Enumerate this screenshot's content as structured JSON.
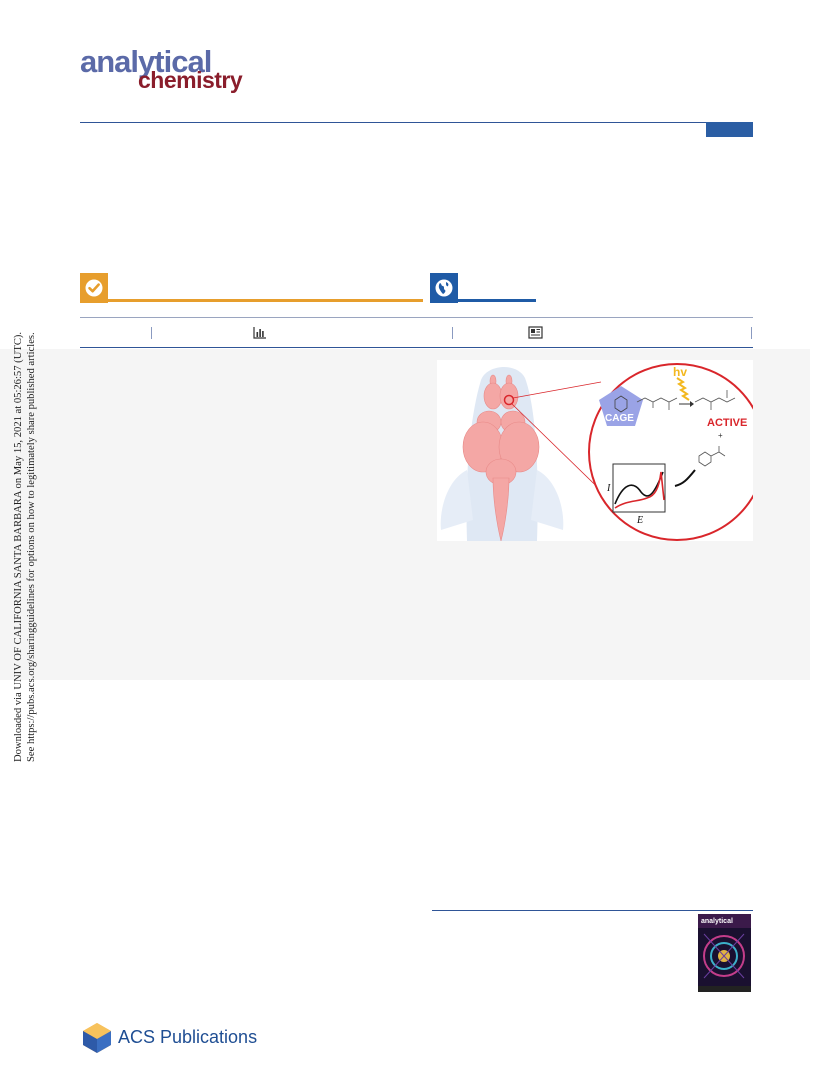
{
  "journal": {
    "logo_line1": "analytical",
    "logo_line2": "chemistry"
  },
  "sidebar": {
    "download_line1": "Downloaded via UNIV OF CALIFORNIA SANTA BARBARA on May 15, 2021 at 05:26:57 (UTC).",
    "download_line2": "See https://pubs.acs.org/sharingguidelines for options on how to legitimately share published articles."
  },
  "toc_graphic": {
    "hv_label": "hv",
    "cage_label": "CAGE",
    "active_label": "ACTIVE",
    "plus_label": "+",
    "y_axis_label": "I",
    "x_axis_label": "E"
  },
  "icons": {
    "check": "check-circle-icon",
    "globe": "globe-icon",
    "metrics": "bar-chart-icon",
    "article": "article-icon"
  },
  "colors": {
    "accent_blue": "#2f5597",
    "badge_orange": "#e79e2d",
    "badge_blue": "#1f5ba6",
    "logo_purple": "#5b6aa8",
    "logo_red": "#8a1d2b"
  },
  "footer": {
    "publisher": "ACS Publications"
  },
  "cover": {
    "title": "analytical"
  }
}
